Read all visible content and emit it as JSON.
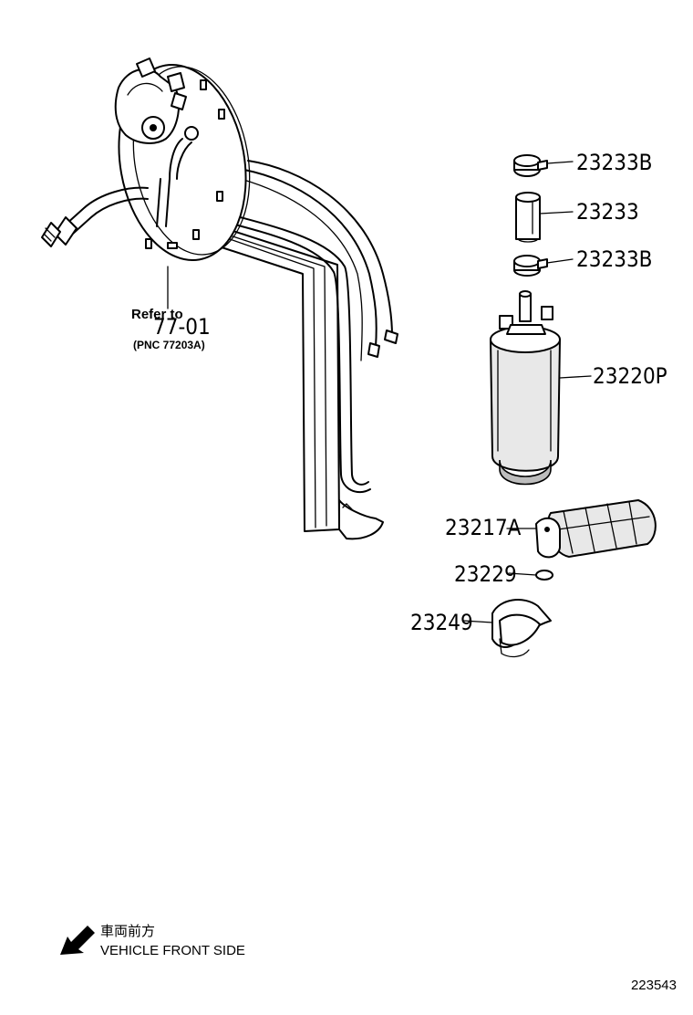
{
  "reference_note": {
    "line1": "Refer to",
    "line2": "77-01",
    "line3": "(PNC 77203A)"
  },
  "part_labels": [
    {
      "id": "p1",
      "text": "23233B"
    },
    {
      "id": "p2",
      "text": "23233"
    },
    {
      "id": "p3",
      "text": "23233B"
    },
    {
      "id": "p4",
      "text": "23220P"
    },
    {
      "id": "p5",
      "text": "23217A"
    },
    {
      "id": "p6",
      "text": "23229"
    },
    {
      "id": "p7",
      "text": "23249"
    }
  ],
  "footer": {
    "direction_jp": "車両前方",
    "direction_en": "VEHICLE FRONT SIDE",
    "illustration_number": "223543"
  }
}
